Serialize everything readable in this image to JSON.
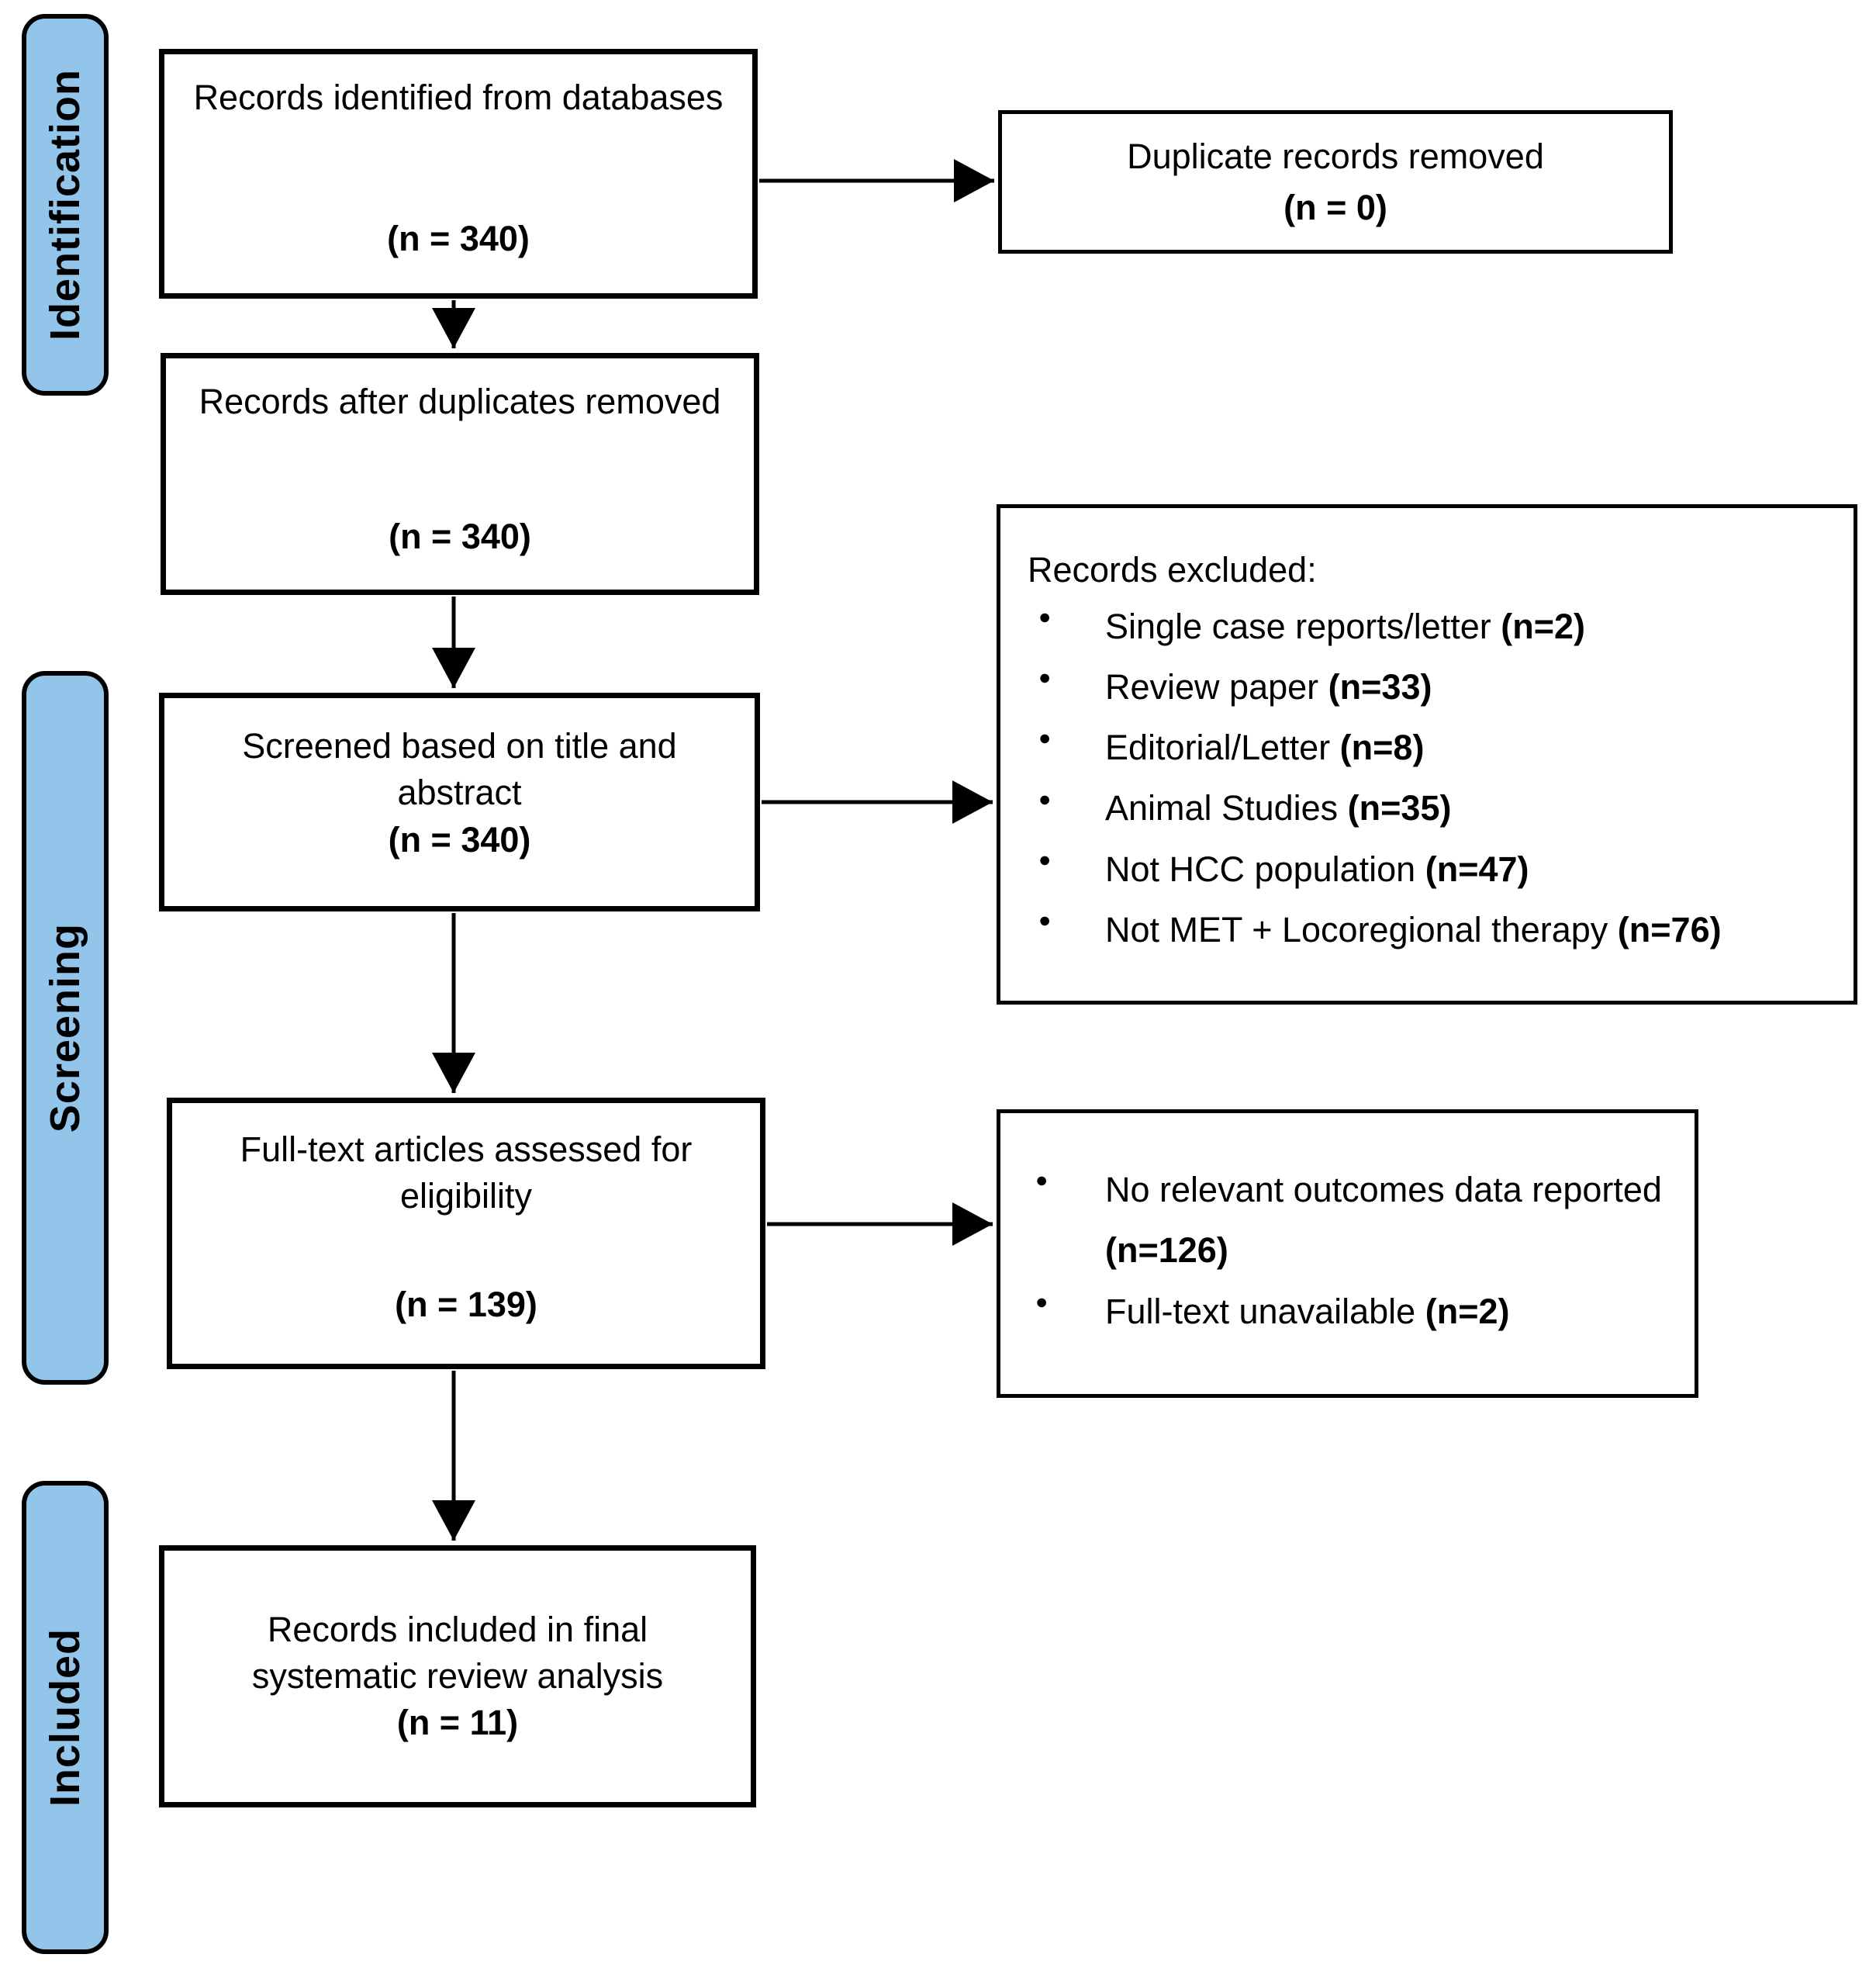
{
  "stages": [
    {
      "label": "Identification"
    },
    {
      "label": "Screening"
    },
    {
      "label": "Included"
    }
  ],
  "flow": {
    "identified": {
      "title": "Records identified from databases",
      "n": "(n = 340)"
    },
    "deduplicated": {
      "title": "Records after duplicates removed",
      "n": "(n = 340)"
    },
    "screened": {
      "title": "Screened based on title and abstract",
      "n": "(n = 340)"
    },
    "fulltext": {
      "title": "Full-text articles assessed for eligibility",
      "n": "(n = 139)"
    },
    "included": {
      "title": "Records included in final systematic review analysis",
      "n": "(n = 11)"
    }
  },
  "side": {
    "duplicates": {
      "title": "Duplicate records removed",
      "n": "(n = 0)"
    },
    "excluded": {
      "heading": "Records excluded:",
      "items": [
        {
          "label": "Single case reports/letter",
          "n": "(n=2)"
        },
        {
          "label": "Review paper",
          "n": "(n=33)"
        },
        {
          "label": "Editorial/Letter",
          "n": "(n=8)"
        },
        {
          "label": "Animal Studies",
          "n": "(n=35)"
        },
        {
          "label": "Not HCC population",
          "n": "(n=47)"
        },
        {
          "label": "Not MET + Locoregional therapy",
          "n": "(n=76)"
        }
      ]
    },
    "fulltext_excluded": {
      "items": [
        {
          "label": "No relevant outcomes data reported",
          "n": "(n=126)"
        },
        {
          "label": "Full-text unavailable",
          "n": "(n=2)"
        }
      ]
    }
  },
  "icons": {
    "bullet": "●"
  },
  "colors": {
    "stage_fill": "#92C5E9",
    "box_border": "#000000",
    "background": "#FFFFFF"
  }
}
